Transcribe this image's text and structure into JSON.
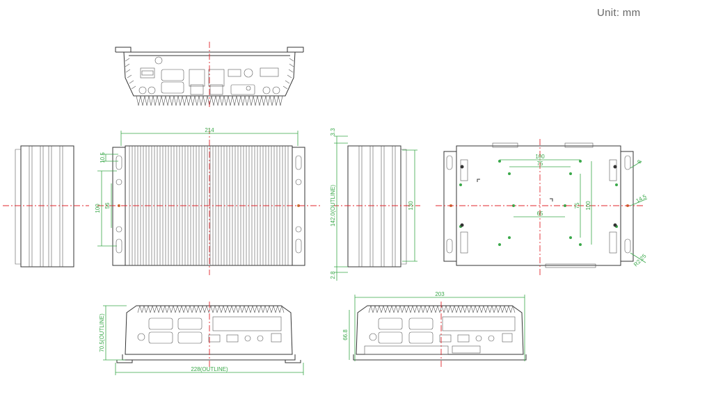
{
  "header": {
    "unit_label": "Unit: mm"
  },
  "colors": {
    "outline": "#333333",
    "dimension": "#3aa84a",
    "centerline": "#e0242b"
  },
  "top_view": {
    "width": "214",
    "h1": "10.5",
    "h2": "100",
    "h3": "56"
  },
  "side_view": {
    "top_gap": "3.3",
    "outline_height": "142.0(OUTLINE)",
    "inner_height": "130",
    "bottom_gap": "2.8"
  },
  "bottom_view": {
    "d100": "100",
    "d75h": "75",
    "d65": "65",
    "d75v": "75",
    "d100v": "100",
    "d8": "8",
    "d14_5": "14.5",
    "d_r": "R2.25"
  },
  "front_view": {
    "height": "70.5(OUTLINE)",
    "width": "228(OUTLINE)"
  },
  "rear_view": {
    "width": "203",
    "height": "66.8"
  }
}
